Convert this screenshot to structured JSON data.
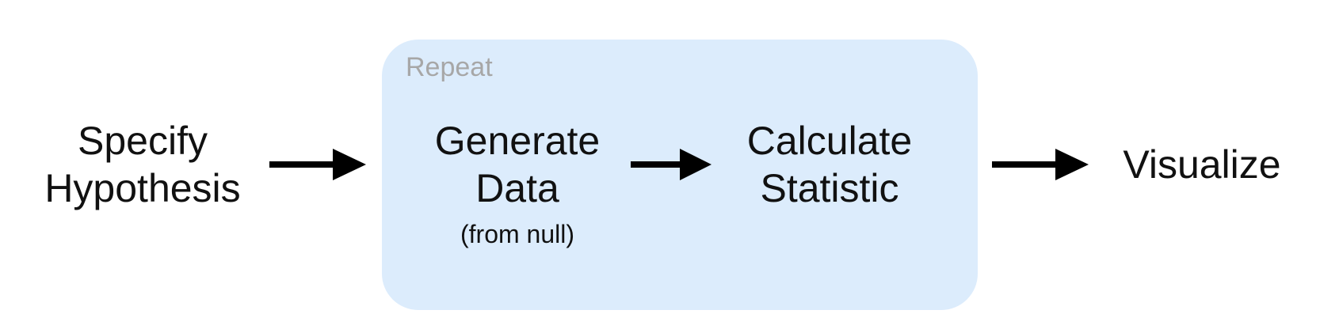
{
  "repeat": {
    "label": "Repeat",
    "fill_color": "#dcecfc",
    "label_color": "#a7a7a7"
  },
  "nodes": {
    "specify": {
      "line1": "Specify",
      "line2": "Hypothesis"
    },
    "generate": {
      "line1": "Generate",
      "line2": "Data",
      "note": "(from null)"
    },
    "calculate": {
      "line1": "Calculate",
      "line2": "Statistic"
    },
    "visualize": {
      "line1": "Visualize"
    }
  },
  "colors": {
    "text": "#111111",
    "arrow": "#000000",
    "background": "#ffffff"
  }
}
